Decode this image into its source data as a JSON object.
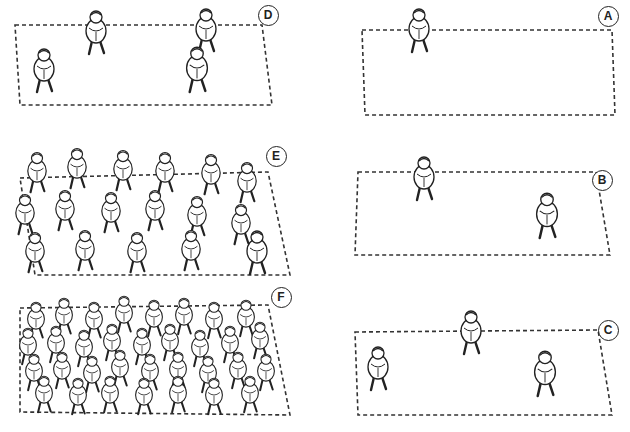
{
  "diagram": {
    "nodes": [
      {
        "text": [
          "D"
        ]
      },
      {
        "text": [
          "A"
        ]
      },
      {
        "text": [
          "E"
        ]
      },
      {
        "text": [
          "B"
        ]
      },
      {
        "text": [
          "F"
        ]
      },
      {
        "text": [
          "C"
        ]
      }
    ]
  }
}
